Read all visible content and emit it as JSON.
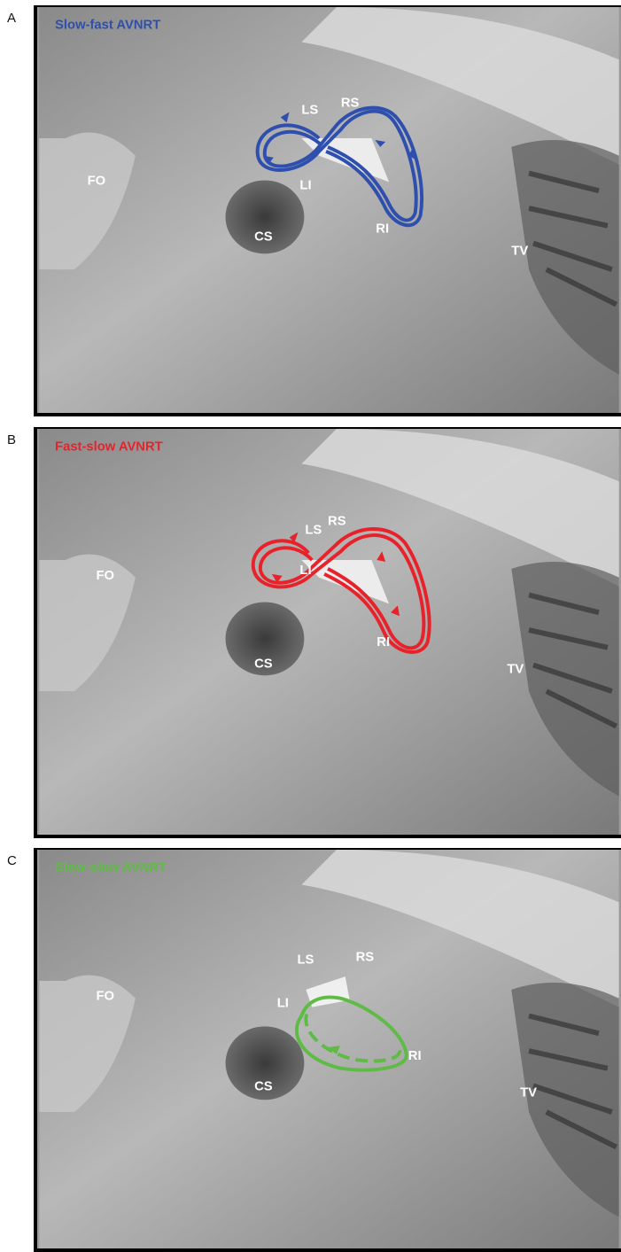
{
  "panels": [
    {
      "letter": "A",
      "title": "Slow-fast AVNRT",
      "color": "#2e4fae",
      "circuit": "figure-eight",
      "labels": {
        "fo": "FO",
        "cs": "CS",
        "tv": "TV",
        "ls": "LS",
        "rs": "RS",
        "li": "LI",
        "ri": "RI"
      }
    },
    {
      "letter": "B",
      "title": "Fast-slow AVNRT",
      "color": "#e8222a",
      "circuit": "figure-eight",
      "labels": {
        "fo": "FO",
        "cs": "CS",
        "tv": "TV",
        "ls": "LS",
        "rs": "RS",
        "li": "LI",
        "ri": "RI"
      }
    },
    {
      "letter": "C",
      "title": "Slow-slow AVNRT",
      "color": "#5fbb46",
      "circuit": "single-loop",
      "labels": {
        "fo": "FO",
        "cs": "CS",
        "tv": "TV",
        "ls": "LS",
        "rs": "RS",
        "li": "LI",
        "ri": "RI"
      }
    }
  ]
}
